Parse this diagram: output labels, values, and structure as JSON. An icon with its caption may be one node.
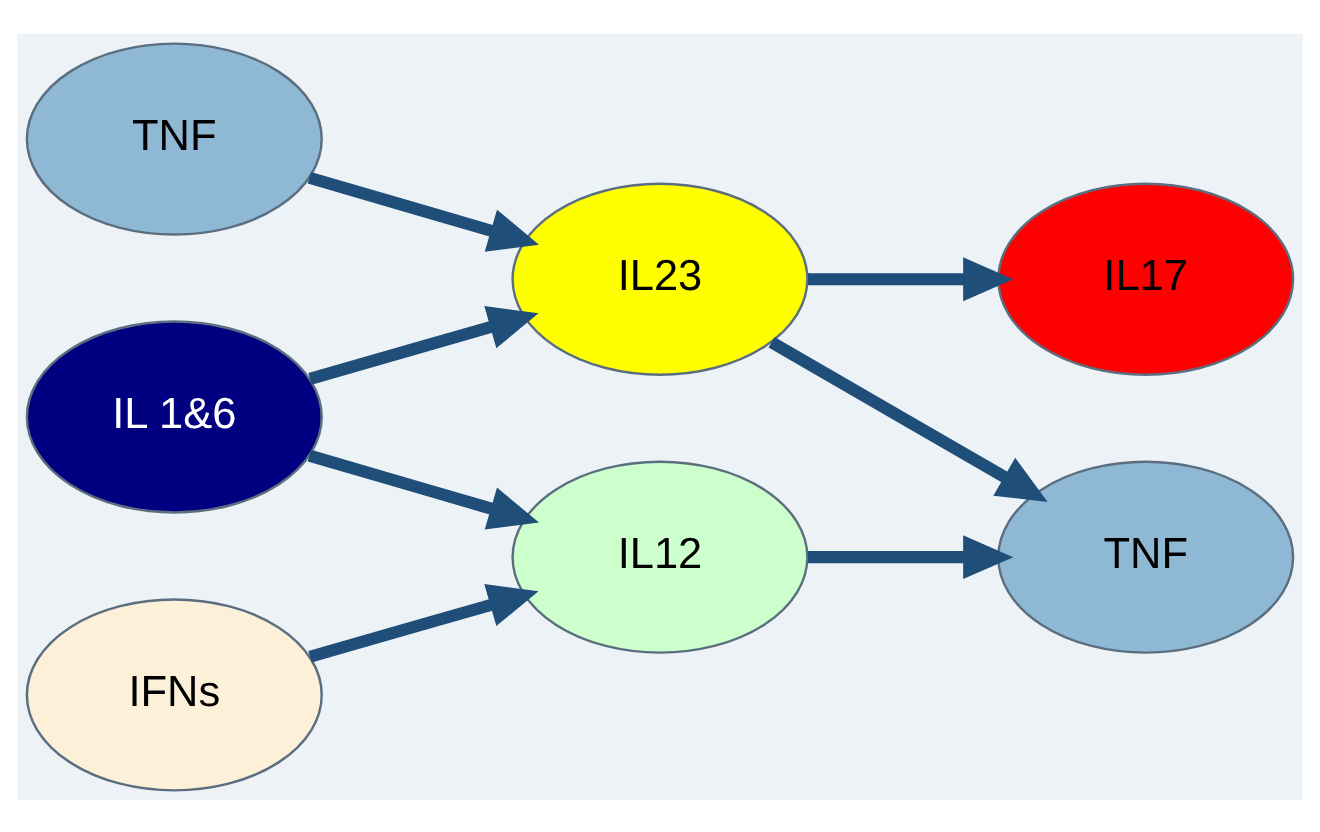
{
  "diagram": {
    "nodes": [
      {
        "text": [
          "TNF"
        ]
      },
      {
        "text": [
          "IL23"
        ]
      },
      {
        "text": [
          "IL17"
        ]
      },
      {
        "text": [
          "IL 1&6"
        ]
      },
      {
        "text": [
          "IL12"
        ]
      },
      {
        "text": [
          "TNF"
        ]
      },
      {
        "text": [
          "IFNs"
        ]
      }
    ],
    "edges": [
      {
        "from": 0,
        "to": 1,
        "arrow": "to"
      },
      {
        "from": 1,
        "to": 2,
        "arrow": "to"
      },
      {
        "from": 3,
        "to": 1,
        "arrow": "to"
      },
      {
        "from": 1,
        "to": 5,
        "arrow": "to"
      },
      {
        "from": 3,
        "to": 4,
        "arrow": "to"
      },
      {
        "from": 4,
        "to": 5,
        "arrow": "to"
      },
      {
        "from": 6,
        "to": 4,
        "arrow": "to"
      }
    ]
  }
}
